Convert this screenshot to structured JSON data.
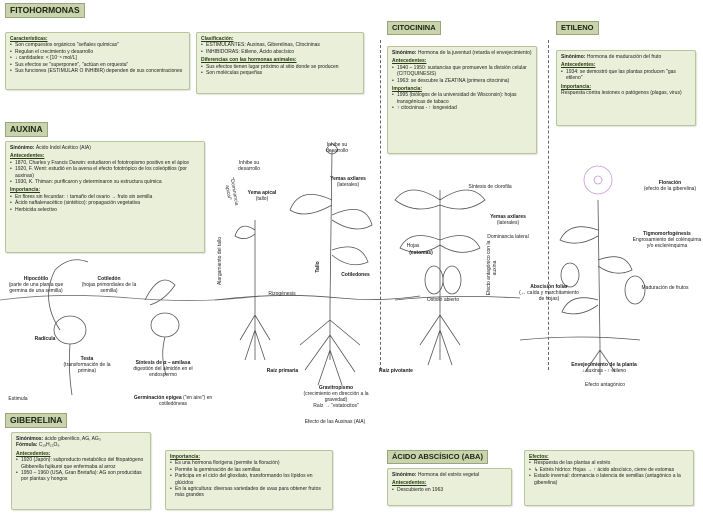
{
  "main_title": "FITOHORMONAS",
  "intro": {
    "caract_h": "Características:",
    "caract": [
      "Son compuestos orgánicos \"señales químicas\"",
      "Regulan el crecimiento y desarrollo",
      "↓ cantidades: < [10⁻⁶ mol/L]",
      "Sus efectos se \"superponen\", \"actúan en orquesta\"",
      "Sus funciones (ESTIMULAR O INHIBIR) dependen de sus concentraciones"
    ]
  },
  "clasif": {
    "h": "Clasificación:",
    "items": [
      "ESTIMULANTES: Auxinas, Giberelinas, Citocininas",
      "INHIBIDORAS: Etileno, Ácido abscísico"
    ],
    "h2": "Diferencias con las hormonas animales:",
    "items2": [
      "Sus efectos tienen lugar próximo al sitio donde se producen",
      "Son moléculas pequeñas"
    ]
  },
  "auxina": {
    "title": "AUXINA",
    "sinonimo_k": "Sinónimo:",
    "sinonimo": "Ácido Indol Acético (AIA)",
    "antec_h": "Antecedentes:",
    "antec": [
      "1870, Charles y Francis Darwin: estudiaron el fototropismo positivo en el ápice",
      "1920, F. Went: estudió en la avena el efecto fototrópico de los coleóptilos (por auxinas)",
      "1930, K. Thiman: purificaron y determinaron su estructura química"
    ],
    "imp_h": "Importancia:",
    "imp": [
      "En flores sin fecundar: ↑ tamaño del ovario → fruto sin semilla",
      "Ácido naftalenacético (sintético): propagación vegetativa",
      "Herbicida selectivo"
    ]
  },
  "citocinina": {
    "title": "CITOCININA",
    "sinonimo_k": "Sinónimo:",
    "sinonimo": "Hormona de la juventud (retarda el envejecimiento)",
    "antec_h": "Antecedentes:",
    "antec": [
      "1940 – 1950: sustancias que promueven la división celular (CITOQUINESIS)",
      "1963: se descubre la ZEATINA (primera citocinina)"
    ],
    "imp_h": "Importancia:",
    "imp": [
      "1995 (biólogos de la universidad de Wisconsin): hojas transgénicas de tabaco",
      "↑ citocininas - ↑ longevidad"
    ]
  },
  "etileno": {
    "title": "ETILENO",
    "sinonimo_k": "Sinónimo:",
    "sinonimo": "Hormona de maduración del fruto",
    "antec_h": "Antecedentes:",
    "antec": [
      "1934: se demostró que las plantas producen \"gas etileno\""
    ],
    "imp_h": "Importancia:",
    "imp": "Respuesta contra lesiones o patógenos (plagas, virus)"
  },
  "giberelina": {
    "title": "GIBERELINA",
    "sinonimo_k": "Sinónimos:",
    "sinonimo": "ácido giberélico, AG, AG₃",
    "formula_k": "Fórmula:",
    "formula": "C₁₉H₂₂O₆",
    "antec_h": "Antecedentes:",
    "antec": [
      "1920 (Japón): subproducto metabólico del fitopatógeno Gibberella fujikuroi que enfermaba al arroz",
      "1950 – 1960 (USA, Gran Bretaña): AG son producidas por plantas y hongos"
    ],
    "imp_h": "Importancia:",
    "imp": [
      "Es una hormona florígena (permite la floración)",
      "Permite la germinación de las semillas",
      "Participa en el ciclo del glioxilato, transformando los lípidos en glúcidos",
      "En la agricultura: diversas variedades de uvas para obtener frutos más grandes"
    ]
  },
  "abscisico": {
    "title": "ÁCIDO ABSCÍSICO (ABA)",
    "sinonimo_k": "Sinónimo:",
    "sinonimo": "Hormona del estrés vegetal",
    "antec_h": "Antecedentes:",
    "antec": [
      "Descubierto en 1963"
    ]
  },
  "efectos": {
    "h": "Efectos:",
    "items": [
      "Respuesta de las plantas al estrés",
      "↳ Estrés hídrico: Hojas → ↑ ácido abscísico, cierre de estomas",
      "Estado invernal: dormancia o latencia de semillas (antagónico a la giberelina)"
    ]
  },
  "labels": {
    "inhibe1": "Inhibe su desarrollo",
    "inhibe2": "Inhibe su desarrollo",
    "dominancia": "\"Dominancia apical\"",
    "yema_apical": "Yema apical",
    "yema_apical_sub": "(tallo)",
    "yemas_axilares": "Yemas axilares",
    "yemas_axilares_sub": "(laterales)",
    "alargamiento": "Alargamiento del tallo",
    "tallo": "Tallo",
    "cotiledones": "Cotiledones",
    "hipocotilo": "Hipocótilo",
    "hipocotilo_sub": "(parte de una planta que germina de una semilla)",
    "cotiledon": "Cotiledón",
    "cotiledon_sub": "(hojas primordiales de la semilla)",
    "rizogenesis": "Rizogénesis",
    "radicula": "Radícula",
    "testa": "Testa",
    "testa_sub": "(transformación de la primina)",
    "sintesis_amilasa": "Síntesis de α – amilasa",
    "sintesis_amilasa_sub": "digestión del almidón en el endospermo",
    "raiz_primaria": "Raíz primaria",
    "germinacion": "Germinación epígea",
    "germinacion_sub": "(\"en aire\") en cotiledóneas",
    "estimula": "Estimula",
    "gravitropismo": "Gravitropismo",
    "gravitropismo_sub": "(crecimiento en dirección a la gravedad)",
    "raiz_estatocitos": "Raíz → \"estatocitos\"",
    "efecto_auxinas": "Efecto de las Auxinas (AIA)",
    "raiz_pivotante": "Raíz pivotante",
    "sintesis_clorofila": "Síntesis de clorofila",
    "yemas_axilares2": "Yemas axilares",
    "yemas_axilares2_sub": "(laterales)",
    "dominancia_lateral": "Dominancia lateral",
    "hojas": "Hojas",
    "estomas": "(estomas)",
    "ostiolo": "Ostiolo abierto",
    "efecto_antag": "Efecto antagónico con la auxina",
    "abscision": "Abscisión foliar",
    "abscision_sub": "(↔ caída y marchitamiento de hojas)",
    "floracion": "Floración",
    "floracion_sub": "(efecto de la giberelina)",
    "tigmo": "Tigmomorfogénesis",
    "tigmo_sub": "Engrosamiento del colénquima y/o esclerénquima",
    "maduracion": "Maduración de frutos",
    "envejecimiento": "Envejecimiento de la planta",
    "envejecimiento_sub": "↓ auxinas - ↑ etileno",
    "efecto_antagonico": "Efecto antagónico"
  },
  "colors": {
    "box": "#e9efd8",
    "title": "#c9d3ae",
    "line": "#555555"
  }
}
